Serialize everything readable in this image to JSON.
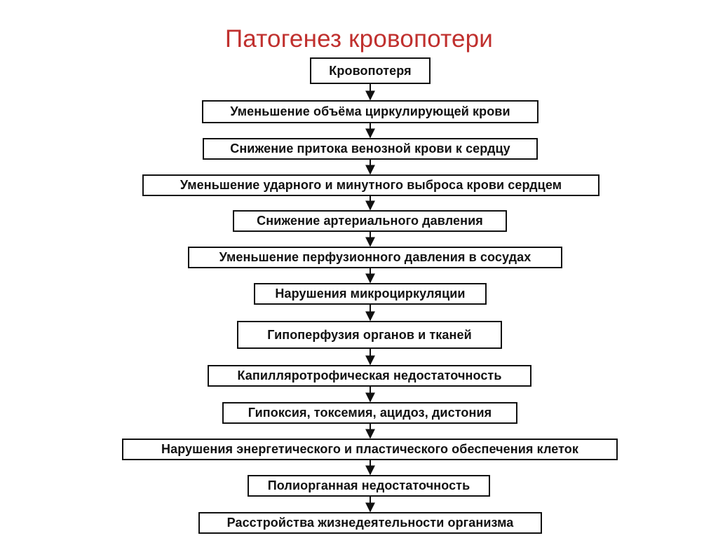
{
  "title": "Патогенез кровопотери",
  "colors": {
    "title": "#c0302e",
    "box_border": "#111111",
    "connector": "#111111",
    "text": "#111111"
  },
  "steps": [
    "Кровопотеря",
    "Уменьшение объёма циркулирующей крови",
    "Снижение притока венозной крови к сердцу",
    "Уменьшение ударного и минутного выброса крови сердцем",
    "Снижение артериального давления",
    "Уменьшение перфузионного давления в сосудах",
    "Нарушения микроциркуляции",
    "Гипоперфузия органов и тканей",
    "Капилляротрофическая недостаточность",
    "Гипоксия, токсемия, ацидоз, дистония",
    "Нарушения энергетического и пластического обеспечения клеток",
    "Полиорганная недостаточность",
    "Расстройства жизнедеятельности организма"
  ]
}
